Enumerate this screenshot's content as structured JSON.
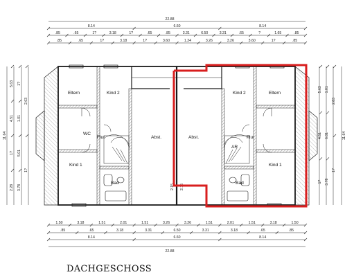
{
  "caption": "DACHGESCHOSS",
  "dims": {
    "top_total": "22.88",
    "top_row1": [
      "8.14",
      "6.60",
      "8.14"
    ],
    "top_row2": [
      ".85",
      ".65",
      "1?",
      "3.18",
      "1?",
      ".65",
      ".85",
      "3.31",
      "6.50",
      "3.31",
      ".65",
      "?",
      "1.65",
      ".85"
    ],
    "top_row3": [
      ".85",
      ".65",
      "1?",
      "3.18",
      "1?",
      "3.60",
      "1.24",
      "3.26",
      "3.26",
      "3.60",
      "1?",
      ".85"
    ],
    "bottom_row1": [
      "1.50",
      "3.18",
      "1.51",
      "2.01",
      "1.51",
      "3.26",
      "3.26",
      "1.51",
      "2.01",
      "1.51",
      "3.18",
      "1.50"
    ],
    "bottom_row2": [
      ".85",
      ".65",
      "3.18",
      "3.31",
      "6.50",
      "3.31",
      "3.18",
      ".65",
      ".85"
    ],
    "bottom_row3": [
      "8.14",
      "6.60",
      "8.14"
    ],
    "bottom_total": "22.88",
    "left_total": "11.64",
    "left_parts": [
      "5.63",
      "4.51",
      "1?",
      "2.28",
      "1?",
      "1.01",
      "5.01",
      "3.78",
      "2.63",
      "1?"
    ],
    "right_total": "11.64",
    "right_parts": [
      "5.63",
      "4.51",
      "1?",
      "1.01",
      "6.01",
      "3.78",
      "2.83",
      "1?"
    ],
    "mid_marks": [
      "2.15",
      "2.15"
    ]
  },
  "rooms": {
    "left": [
      "Eltern",
      "Kind 2",
      "Flur",
      "Abst.",
      "Kind 1",
      "Bad",
      "WC"
    ],
    "right": [
      "Abst.",
      "Kind 2",
      "Eltern",
      "Flur",
      "Kind 1",
      "Bad",
      "AR"
    ]
  },
  "highlight": {
    "color": "#d81e1e",
    "side": "right"
  },
  "colors": {
    "line": "#1a1a1a",
    "hatch": "#555555"
  }
}
